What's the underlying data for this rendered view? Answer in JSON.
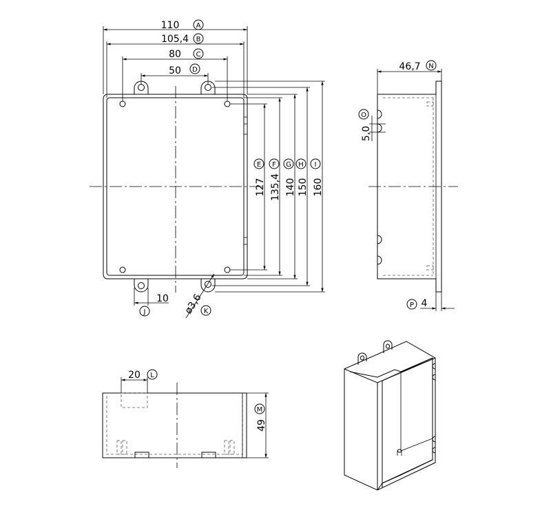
{
  "front_view": {
    "dims": {
      "A": {
        "value": "110",
        "letter": "A"
      },
      "B": {
        "value": "105,4",
        "letter": "B"
      },
      "C": {
        "value": "80",
        "letter": "C"
      },
      "D": {
        "value": "50",
        "letter": "D"
      },
      "E": {
        "value": "127",
        "letter": "E"
      },
      "F": {
        "value": "135,4",
        "letter": "F"
      },
      "G": {
        "value": "140",
        "letter": "G"
      },
      "H": {
        "value": "150",
        "letter": "H"
      },
      "I": {
        "value": "160",
        "letter": "I"
      },
      "J": {
        "value": "10",
        "letter": "J"
      },
      "K": {
        "value": "ø3,6",
        "letter": "K"
      }
    }
  },
  "side_view": {
    "dims": {
      "N": {
        "value": "46,7",
        "letter": "N"
      },
      "O": {
        "value": "5,0",
        "letter": "O"
      },
      "P": {
        "value": "4",
        "letter": "P"
      }
    }
  },
  "bottom_view": {
    "dims": {
      "L": {
        "value": "20",
        "letter": "L"
      },
      "M": {
        "value": "49",
        "letter": "M"
      }
    }
  }
}
